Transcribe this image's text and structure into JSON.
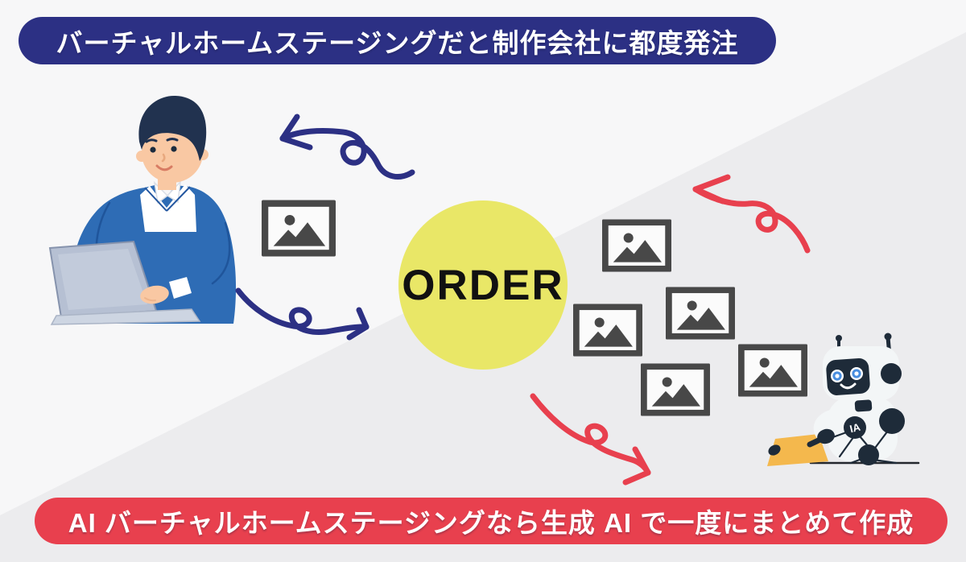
{
  "banners": {
    "top": {
      "label": "バーチャルホームステージングだと制作会社に都度発注",
      "bg_color": "#2c3084",
      "text_color": "#ffffff"
    },
    "bottom": {
      "label": "AI バーチャルホームステージングなら生成 AI で一度にまとめて作成",
      "bg_color": "#e8404e",
      "text_color": "#ffffff"
    }
  },
  "order_badge": {
    "label": "ORDER",
    "bg_color": "#e9e767",
    "text_color": "#111111"
  },
  "robot": {
    "badge_label": "IA"
  },
  "icons": {
    "left_image_icon": "image-placeholder-icon",
    "right_image_icons_count": 5,
    "icon_color": "#484848"
  },
  "arrows": {
    "person_side_color": "#2c3084",
    "ai_side_color": "#e8404e"
  },
  "colors": {
    "background_light": "#f7f7f8",
    "background_dark": "#ececee",
    "navy": "#2c3084",
    "red": "#e8404e",
    "circle_yellow": "#e9e767",
    "icon_gray": "#484848",
    "jacket_blue": "#2e6cb5",
    "robot_laptop_yellow": "#f4b84d"
  }
}
